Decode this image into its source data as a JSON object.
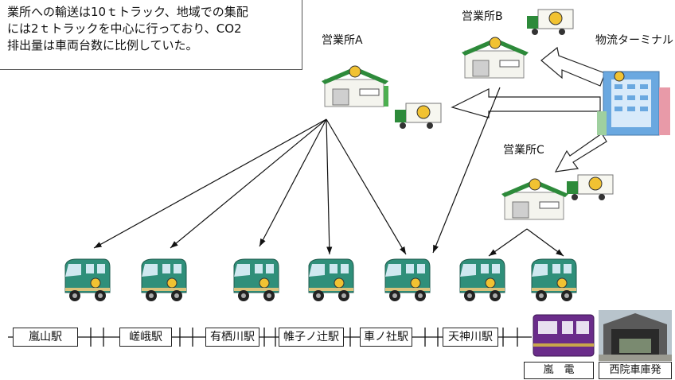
{
  "note_lines": [
    "業所への輸送は10ｔトラック、地域での集配",
    "には2ｔトラックを中心に行っており、CO2",
    "排出量は車両台数に比例していた。"
  ],
  "offices": {
    "a": "営業所A",
    "b": "営業所B",
    "c": "営業所C"
  },
  "terminal": "物流ターミナル",
  "stations": [
    "嵐山駅",
    "嵯峨駅",
    "有栖川駅",
    "帷子ノ辻駅",
    "車ノ社駅",
    "天神川駅"
  ],
  "captions": {
    "train": "嵐　電",
    "depot": "西院車庫発"
  },
  "icons": {
    "terminal_building": "building-icon",
    "office_building": "warehouse-icon",
    "truck": "truck-icon",
    "van": "delivery-van-icon",
    "train": "tram-icon",
    "depot": "depot-icon"
  },
  "colors": {
    "van_body": "#2f8f7a",
    "train_body": "#6a2c8a",
    "building_blue": "#6aa8e0"
  }
}
